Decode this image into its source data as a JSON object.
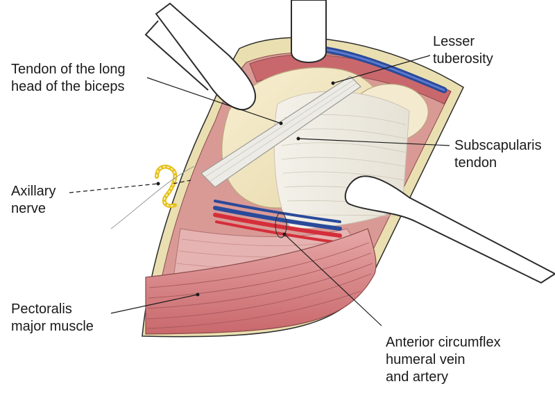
{
  "labels": {
    "biceps_tendon": [
      "Tendon of the long",
      "head of the biceps"
    ],
    "lesser_tuberosity": [
      "Lesser",
      "tuberosity"
    ],
    "subscapularis": [
      "Subscapularis",
      "tendon"
    ],
    "axillary_nerve": [
      "Axillary",
      "nerve"
    ],
    "pectoralis": [
      "Pectoralis",
      "major muscle"
    ],
    "circumflex": [
      "Anterior circumflex",
      "humeral vein",
      "and artery"
    ]
  },
  "colors": {
    "skin_edge": "#e9dca6",
    "muscle": "#d9888a",
    "muscle_dark": "#b85a5e",
    "tendon": "#f1ede2",
    "bone": "#f3e8c4",
    "vein": "#2a4a9a",
    "artery": "#d42e3a",
    "nerve": "#e7c21f",
    "retractor": "#ffffff",
    "outline": "#2b2b2b"
  }
}
